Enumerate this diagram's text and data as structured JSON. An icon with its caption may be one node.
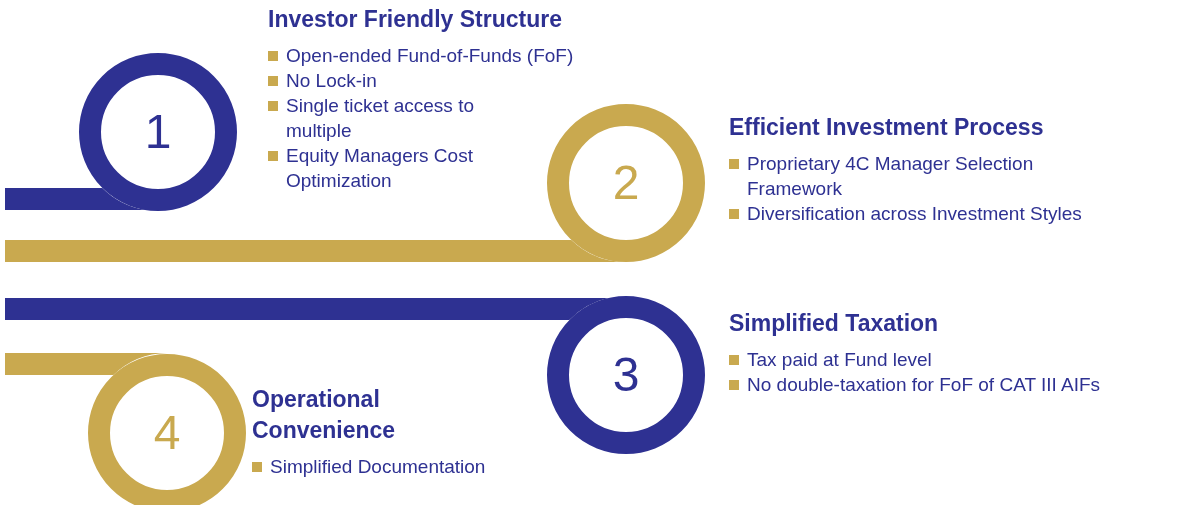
{
  "diagram": {
    "nodes": [
      {
        "text": [
          "1"
        ],
        "beside": [
          "Investor Friendly Structure",
          "Open-ended Fund-of-Funds (FoF)",
          "No Lock-in",
          "Single ticket access to multiple",
          "Equity Managers Cost Optimization"
        ]
      },
      {
        "text": [
          "2"
        ],
        "beside": [
          "Efficient Investment Process",
          "Proprietary 4C Manager Selection Framework",
          "Diversification across Investment Styles"
        ]
      },
      {
        "text": [
          "3"
        ],
        "beside": [
          "Simplified Taxation",
          "Tax paid at Fund level",
          "No double-taxation for FoF of CAT III AIFs"
        ]
      },
      {
        "text": [
          "4"
        ],
        "beside": [
          "Operational Convenience",
          "Simplified Documentation"
        ]
      },
      {
        "text": [],
        "shape": "bar"
      },
      {
        "text": [],
        "shape": "bar"
      },
      {
        "text": [],
        "shape": "bar"
      },
      {
        "text": [],
        "shape": "bar"
      }
    ]
  }
}
